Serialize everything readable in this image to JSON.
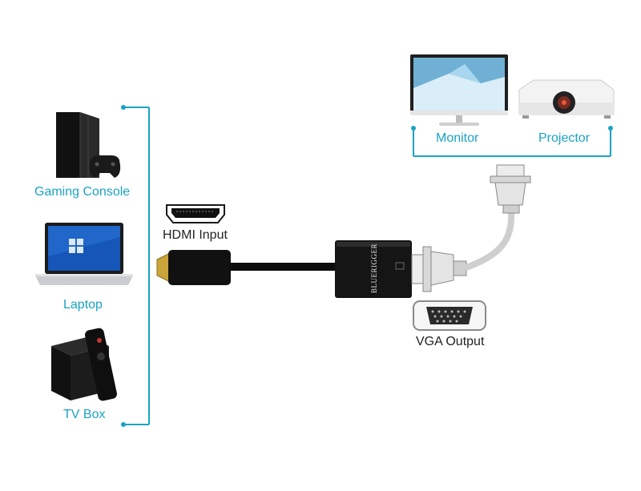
{
  "sources": [
    {
      "label": "Gaming Console",
      "icon": "game-console-icon"
    },
    {
      "label": "Laptop",
      "icon": "laptop-icon"
    },
    {
      "label": "TV Box",
      "icon": "tv-box-icon"
    }
  ],
  "displays": [
    {
      "label": "Monitor",
      "icon": "monitor-icon"
    },
    {
      "label": "Projector",
      "icon": "projector-icon"
    }
  ],
  "ports": {
    "hdmi_label": "HDMI Input",
    "vga_label": "VGA Output"
  },
  "adapter": {
    "brand": "BLUERIGGER"
  },
  "colors": {
    "accent": "#1aa3c4",
    "device_dark": "#151515",
    "cable": "#0c0c0c",
    "connector_gray": "#cfcfcf"
  }
}
